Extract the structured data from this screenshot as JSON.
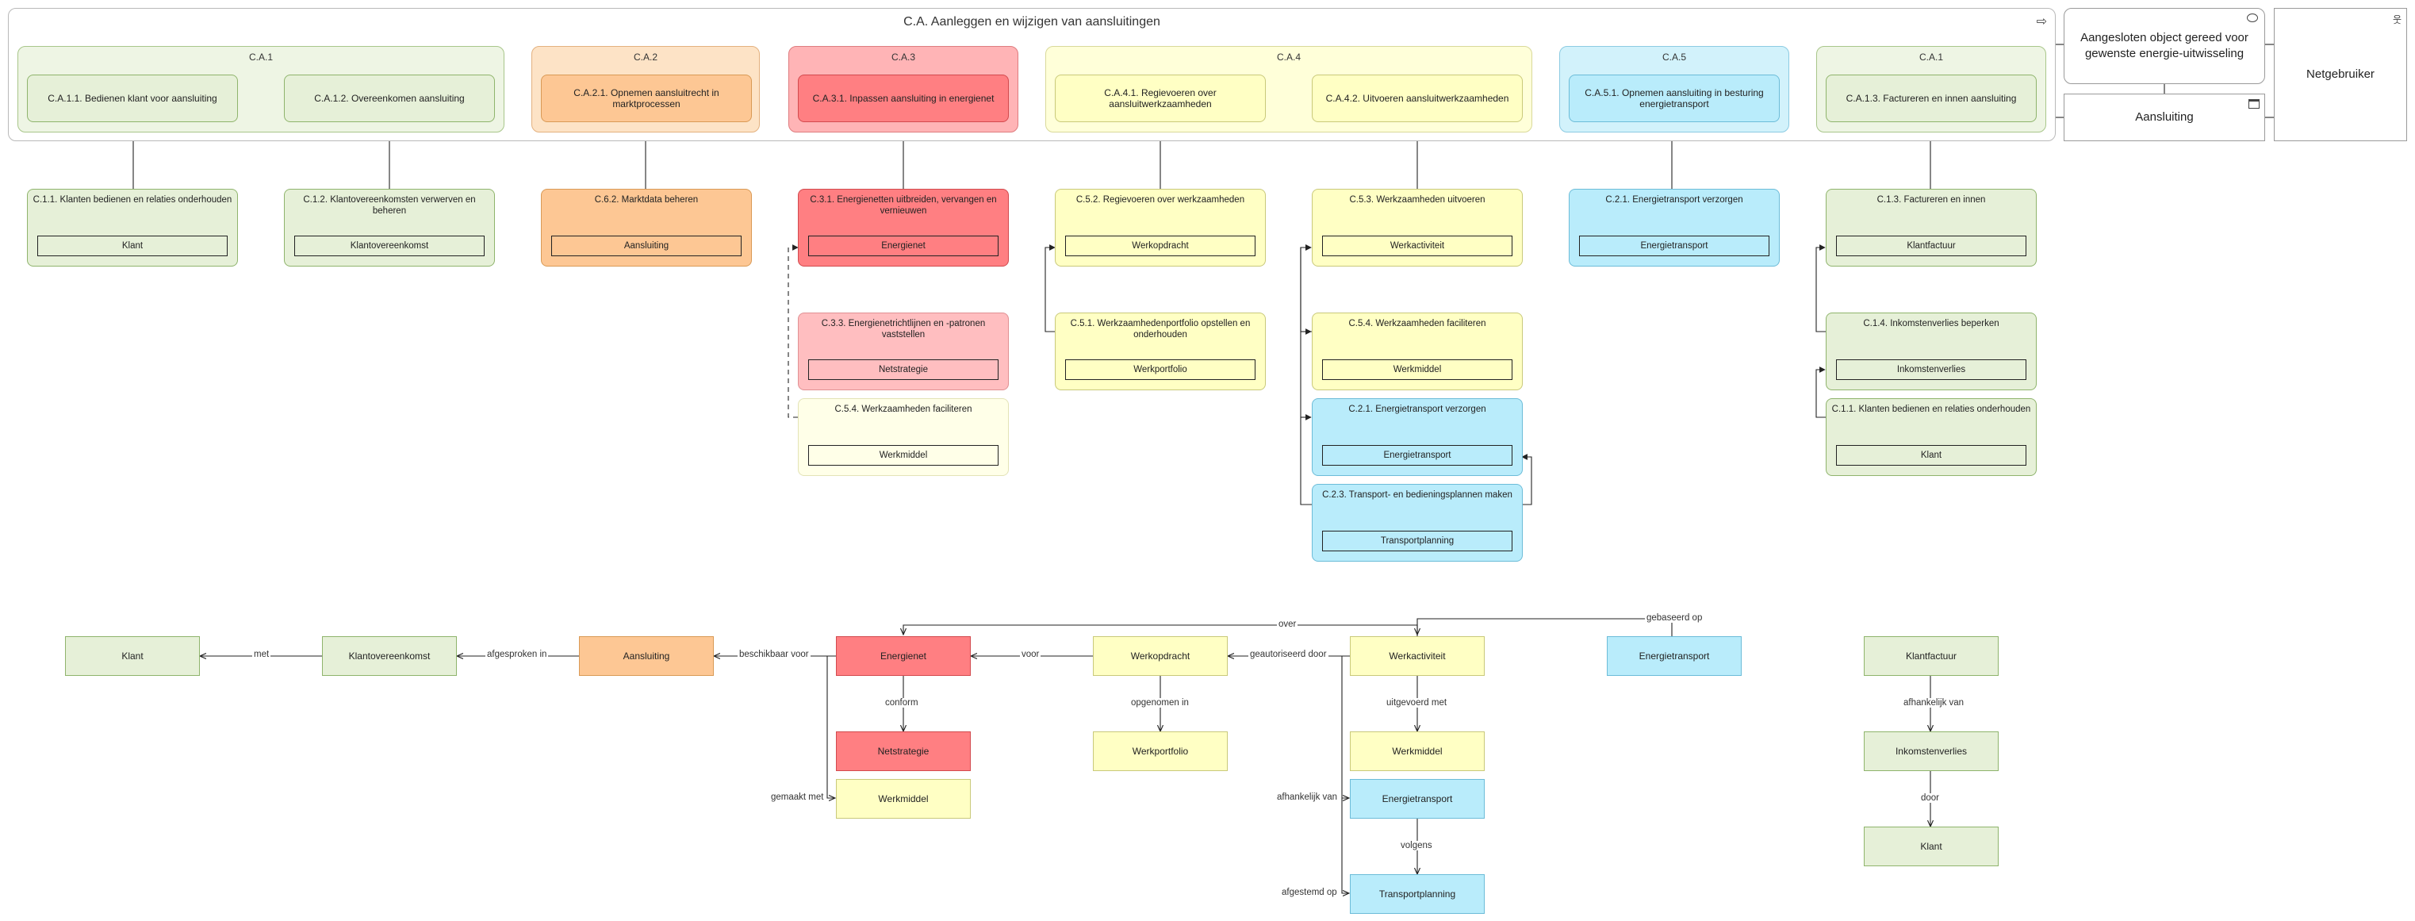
{
  "title": "C.A. Aanleggen en wijzigen van aansluitingen",
  "side": {
    "object": "Aangesloten object gereed voor gewenste energie-uitwisseling",
    "aansluiting": "Aansluiting",
    "netgebruiker": "Netgebruiker"
  },
  "groups": {
    "g1": "C.A.1",
    "g2": "C.A.2",
    "g3": "C.A.3",
    "g4": "C.A.4",
    "g5": "C.A.5",
    "g6": "C.A.1"
  },
  "processes": {
    "p1": "C.A.1.1. Bedienen klant voor aansluiting",
    "p2": "C.A.1.2. Overeenkomen aansluiting",
    "p3": "C.A.2.1. Opnemen aansluitrecht in marktprocessen",
    "p4": "C.A.3.1. Inpassen aansluiting in energienet",
    "p5": "C.A.4.1. Regievoeren over aansluitwerkzaamheden",
    "p6": "C.A.4.2. Uitvoeren aansluitwerkzaamheden",
    "p7": "C.A.5.1. Opnemen aansluiting in besturing energietransport",
    "p8": "C.A.1.3. Factureren en innen aansluiting"
  },
  "services": {
    "s1": {
      "title": "C.1.1. Klanten bedienen en relaties onderhouden",
      "obj": "Klant"
    },
    "s2": {
      "title": "C.1.2. Klantovereenkomsten verwerven en beheren",
      "obj": "Klantovereenkomst"
    },
    "s3": {
      "title": "C.6.2. Marktdata beheren",
      "obj": "Aansluiting"
    },
    "s4": {
      "title": "C.3.1. Energienetten uitbreiden, vervangen en vernieuwen",
      "obj": "Energienet"
    },
    "s5": {
      "title": "C.3.3. Energienetrichtlijnen en -patronen vaststellen",
      "obj": "Netstrategie"
    },
    "s6": {
      "title": "C.5.4. Werkzaamheden faciliteren",
      "obj": "Werkmiddel"
    },
    "s7": {
      "title": "C.5.2. Regievoeren over werkzaamheden",
      "obj": "Werkopdracht"
    },
    "s8": {
      "title": "C.5.1. Werkzaamhedenportfolio opstellen en onderhouden",
      "obj": "Werkportfolio"
    },
    "s9": {
      "title": "C.5.3. Werkzaamheden uitvoeren",
      "obj": "Werkactiviteit"
    },
    "s10": {
      "title": "C.5.4. Werkzaamheden faciliteren",
      "obj": "Werkmiddel"
    },
    "s11": {
      "title": "C.2.1. Energietransport verzorgen",
      "obj": "Energietransport"
    },
    "s12": {
      "title": "C.2.3. Transport- en bedieningsplannen maken",
      "obj": "Transportplanning"
    },
    "s13": {
      "title": "C.2.1. Energietransport verzorgen",
      "obj": "Energietransport"
    },
    "s14": {
      "title": "C.1.3. Factureren en innen",
      "obj": "Klantfactuur"
    },
    "s15": {
      "title": "C.1.4. Inkomstenverlies beperken",
      "obj": "Inkomstenverlies"
    },
    "s16": {
      "title": "C.1.1. Klanten bedienen en relaties onderhouden",
      "obj": "Klant"
    }
  },
  "objects": {
    "o_klant": "Klant",
    "o_klantovk": "Klantovereenkomst",
    "o_aansluiting": "Aansluiting",
    "o_energienet": "Energienet",
    "o_werkopdracht": "Werkopdracht",
    "o_werkactiviteit": "Werkactiviteit",
    "o_energietransport": "Energietransport",
    "o_klantfactuur": "Klantfactuur",
    "o_netstrategie": "Netstrategie",
    "o_werkmiddel1": "Werkmiddel",
    "o_werkportfolio": "Werkportfolio",
    "o_werkmiddel2": "Werkmiddel",
    "o_energietransport2": "Energietransport",
    "o_transportplanning": "Transportplanning",
    "o_inkomstenverlies": "Inkomstenverlies",
    "o_klant2": "Klant"
  },
  "relations": {
    "met": "met",
    "afgesproken_in": "afgesproken in",
    "beschikbaar_voor": "beschikbaar voor",
    "voor": "voor",
    "geautoriseerd_door": "geautoriseerd door",
    "over": "over",
    "gebaseerd_op": "gebaseerd op",
    "conform": "conform",
    "gemaakt_met": "gemaakt met",
    "opgenomen_in": "opgenomen in",
    "uitgevoerd_met": "uitgevoerd met",
    "afhankelijk_van": "afhankelijk van",
    "volgens": "volgens",
    "afgestemd_op": "afgestemd op",
    "afhankelijk_van2": "afhankelijk van",
    "door": "door"
  }
}
